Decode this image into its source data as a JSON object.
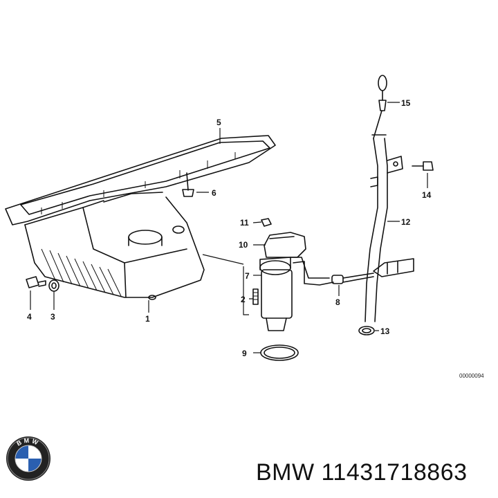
{
  "diagram": {
    "callouts": [
      "1",
      "2",
      "3",
      "4",
      "5",
      "6",
      "7",
      "8",
      "9",
      "10",
      "11",
      "12",
      "13",
      "14",
      "15"
    ],
    "drawing_code": "00000094"
  },
  "footer": {
    "brand_logo_text": "BMW",
    "brand": "BMW",
    "part_number": "11431718863"
  }
}
